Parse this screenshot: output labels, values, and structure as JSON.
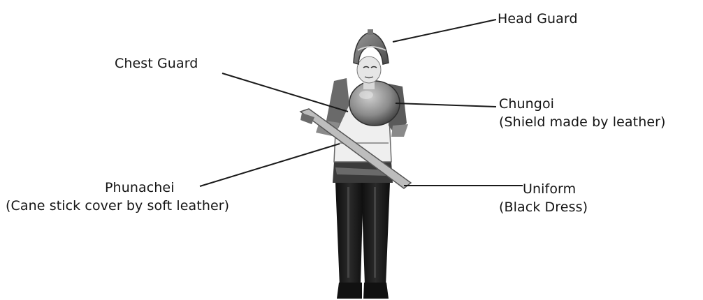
{
  "labels": {
    "head_guard": "Head Guard",
    "chest_guard": "Chest Guard",
    "chungoi": "Chungoi",
    "chungoi_desc": "(Shield made by leather)",
    "phunachei": "Phunachei",
    "phunachei_desc": "(Cane stick cover by soft leather)",
    "uniform": "Uniform",
    "uniform_desc": "(Black Dress)"
  },
  "figure": {
    "subject": "person in traditional armour holding a stick and round leather shield"
  }
}
